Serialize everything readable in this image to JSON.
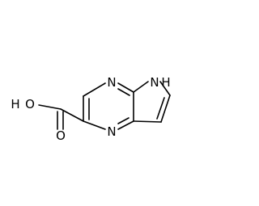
{
  "molecule": {
    "atom_labels": {
      "ring_nitrogen_top": "N",
      "ring_nitrogen_bottom": "N",
      "pyrrole_nh_n": "N",
      "pyrrole_nh_h": "H",
      "hydroxyl_o": "O",
      "hydroxyl_h": "H",
      "carbonyl_o": "O"
    }
  },
  "colors": {
    "ink": "#000000",
    "background": "#ffffff"
  }
}
